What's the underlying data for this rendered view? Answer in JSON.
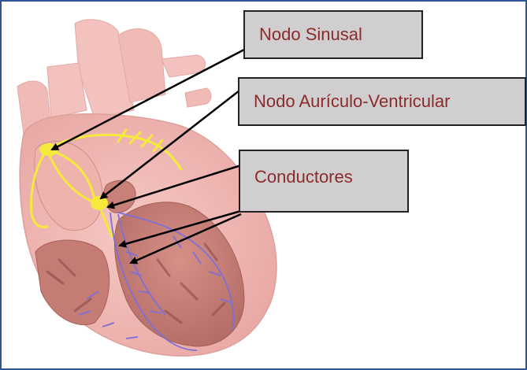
{
  "labels": {
    "sinusal": "Nodo Sinusal",
    "av": "Nodo Aurículo-Ventricular",
    "conductores": "Conductores"
  },
  "colors": {
    "label_text": "#8b2b2b",
    "label_fill": "#d0cece",
    "frame_border": "#2f5597",
    "heart_tissue": "#f2b9b6",
    "conduction_yellow": "#f5ea3c",
    "purkinje_blue": "#7d6fd6",
    "arrow": "#000000"
  }
}
